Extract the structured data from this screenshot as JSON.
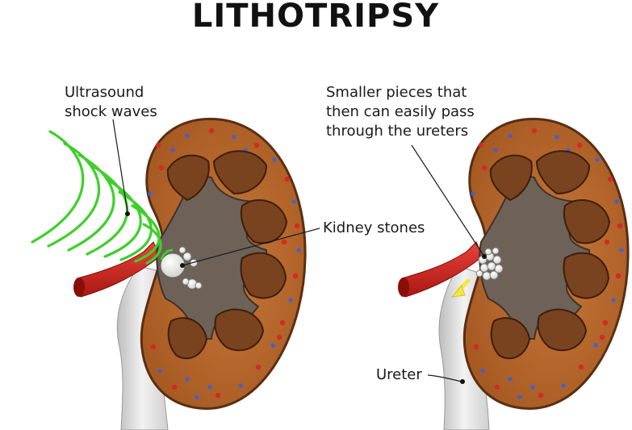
{
  "title": "LITHOTRIPSY",
  "labels": {
    "shock_waves": [
      "Ultrasound",
      "shock waves"
    ],
    "kidney_stones": "Kidney stones",
    "smaller_pieces": [
      "Smaller pieces that",
      "then can easily pass",
      "through the ureters"
    ],
    "ureter": "Ureter"
  },
  "colors": {
    "kidney_cortex": "#b8672b",
    "kidney_outline": "#5a2e12",
    "pyramid": "#7a4320",
    "pelvis": "#6e6258",
    "artery": "#d42a22",
    "ureter": "#e4e4e4",
    "shock_wave": "#3ecf2a",
    "stone": "#f4f4f0",
    "arrow": "#f5e642"
  }
}
